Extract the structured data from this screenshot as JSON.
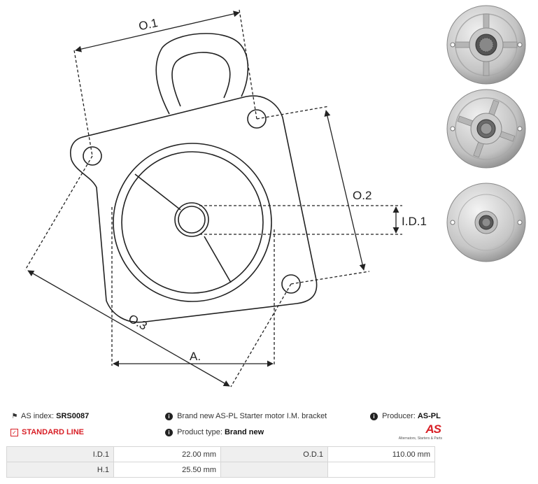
{
  "drawing": {
    "labels": {
      "od1": "O.1",
      "od2": "O.2",
      "od3": "O.3",
      "id1": "I.D.1",
      "a": "A."
    }
  },
  "photos": [
    {
      "name": "bracket-photo-front"
    },
    {
      "name": "bracket-photo-middle"
    },
    {
      "name": "bracket-photo-back"
    }
  ],
  "info": {
    "as_index_label": "AS index:",
    "as_index_value": "SRS0087",
    "line": "STANDARD LINE",
    "description": "Brand new AS-PL Starter motor I.M. bracket",
    "product_type_label": "Product type:",
    "product_type_value": "Brand new",
    "producer_label": "Producer:",
    "producer_value": "AS-PL",
    "logo_text": "AS",
    "logo_tagline": "Alternators, Starters & Parts"
  },
  "specs": [
    {
      "l1": "I.D.1",
      "v1": "22.00 mm",
      "l2": "O.D.1",
      "v2": "110.00 mm"
    },
    {
      "l1": "H.1",
      "v1": "25.50 mm",
      "l2": "",
      "v2": ""
    }
  ],
  "colors": {
    "brand_red": "#d81f26",
    "line": "#222222",
    "table_label_bg": "#efefef"
  }
}
